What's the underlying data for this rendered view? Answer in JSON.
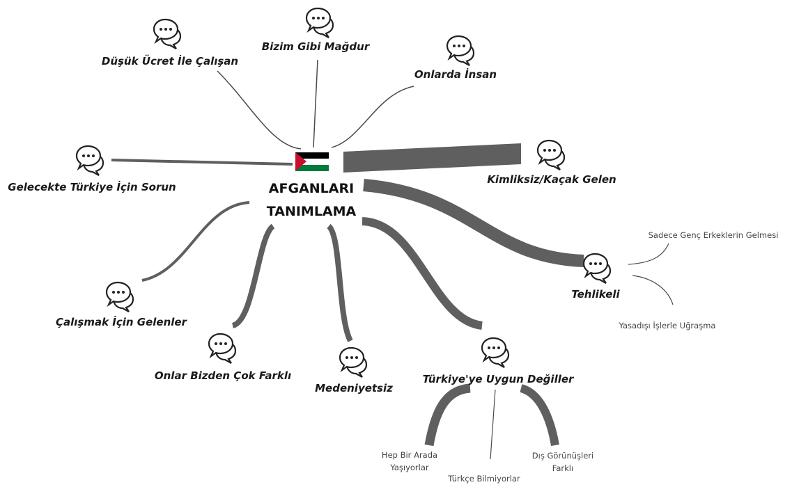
{
  "center": {
    "line1": "AFGANLARI",
    "line2": "TANIMLAMA"
  },
  "nodes": {
    "dusuk_ucret": "Düşük Ücret İle Çalışan",
    "bizim_gibi": "Bizim Gibi Mağdur",
    "onlarda_insan": "Onlarda İnsan",
    "gelecekte": "Gelecekte Türkiye İçin Sorun",
    "kimliksiz": "Kimliksiz/Kaçak Gelen",
    "tehlikeli": "Tehlikeli",
    "calismak": "Çalışmak İçin Gelenler",
    "onlar_farkli": "Onlar Bizden Çok Farklı",
    "medeniyetsiz": "Medeniyetsiz",
    "turkiye_uygun": "Türkiye'ye Uygun Değiller"
  },
  "subnodes": {
    "genc_erkek": "Sadece Genç Erkeklerin Gelmesi",
    "yasadisi": "Yasadışı İşlerle Uğraşma",
    "hep_bir_arada_1": "Hep Bir Arada",
    "hep_bir_arada_2": "Yaşıyorlar",
    "turkce": "Türkçe Bilmiyorlar",
    "dis_gorunus_1": "Dış Görünüşleri",
    "dis_gorunus_2": "Farklı"
  },
  "colors": {
    "link": "#5f5f5f",
    "flag_black": "#000000",
    "flag_red": "#c8102e",
    "flag_green": "#007a3d"
  },
  "icon": "speech-bubbles-icon"
}
